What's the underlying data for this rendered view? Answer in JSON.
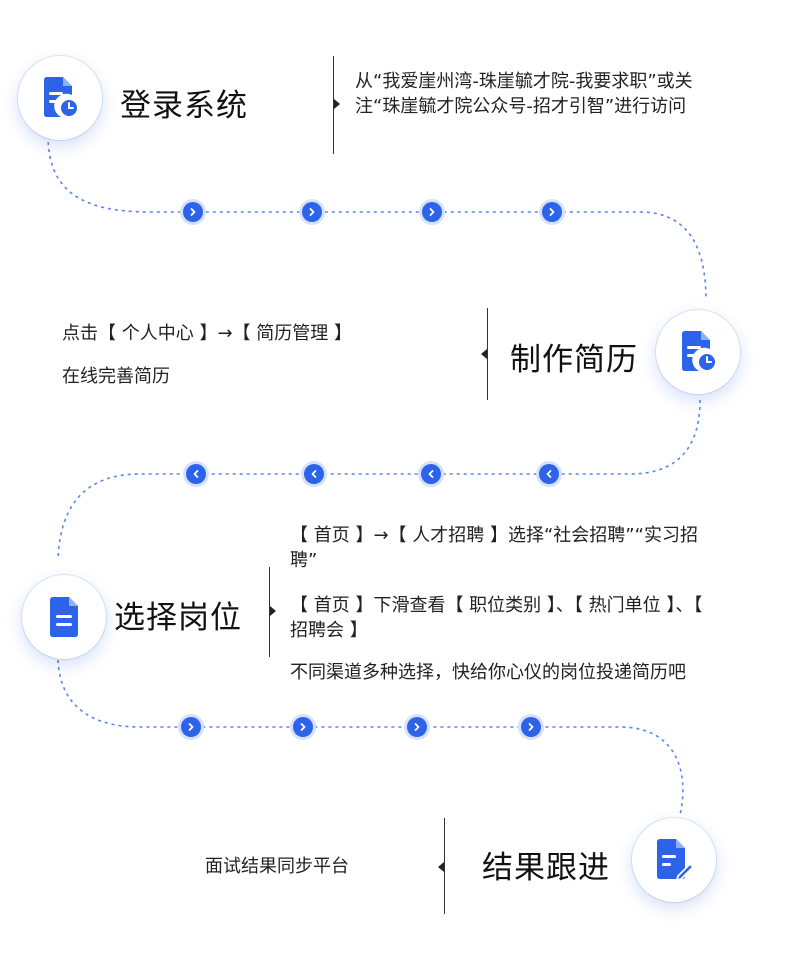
{
  "colors": {
    "accent": "#2c63e8",
    "path": "#5b86e5",
    "text": "#1a1a1a"
  },
  "steps": [
    {
      "title": "登录系统",
      "icon": "document-clock-icon",
      "desc": [
        "从“我爱崖州湾-珠崖毓才院-我要求职”或关注“珠崖毓才院公众号-招才引智”进行访问"
      ]
    },
    {
      "title": "制作简历",
      "icon": "document-clock-icon",
      "desc": [
        "点击【 个人中心 】→【 简历管理 】",
        "在线完善简历"
      ]
    },
    {
      "title": "选择岗位",
      "icon": "document-lines-icon",
      "desc": [
        "【 首页 】→【 人才招聘 】选择“社会招聘”“实习招聘”",
        "【 首页 】下滑查看【 职位类别 】、【 热门单位 】、【 招聘会 】",
        "不同渠道多种选择，快给你心仪的岗位投递简历吧"
      ]
    },
    {
      "title": "结果跟进",
      "icon": "document-edit-icon",
      "desc": [
        "面试结果同步平台"
      ]
    }
  ]
}
